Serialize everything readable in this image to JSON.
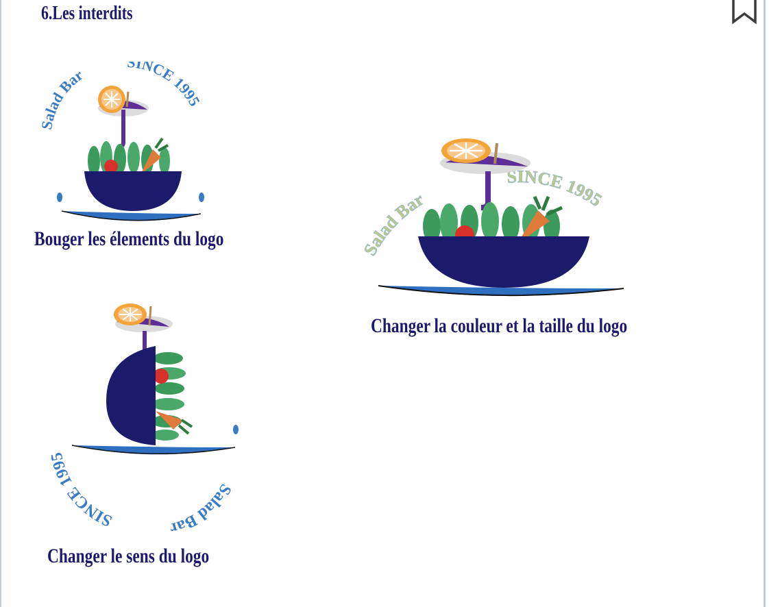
{
  "page": {
    "title": "6.Les interdits"
  },
  "logo_text": {
    "name": "Salad Bar",
    "since": "SINCE 1995"
  },
  "examples": [
    {
      "caption": "Bouger les élements du logo"
    },
    {
      "caption": "Changer la couleur et la taille du logo"
    },
    {
      "caption": "Changer le sens du logo"
    }
  ],
  "colors": {
    "title_text": "#1c1a6b",
    "bowl": "#1c1a6b",
    "plate": "#2f6fbf",
    "arc_text": "#3a7cc4",
    "umbrella": "#5b2f96",
    "orange": "#f2a43a",
    "leaf": "#3c9a5c",
    "tomato": "#d8312b",
    "carrot": "#e07a3a"
  },
  "icons": [
    "bookmark-icon"
  ]
}
